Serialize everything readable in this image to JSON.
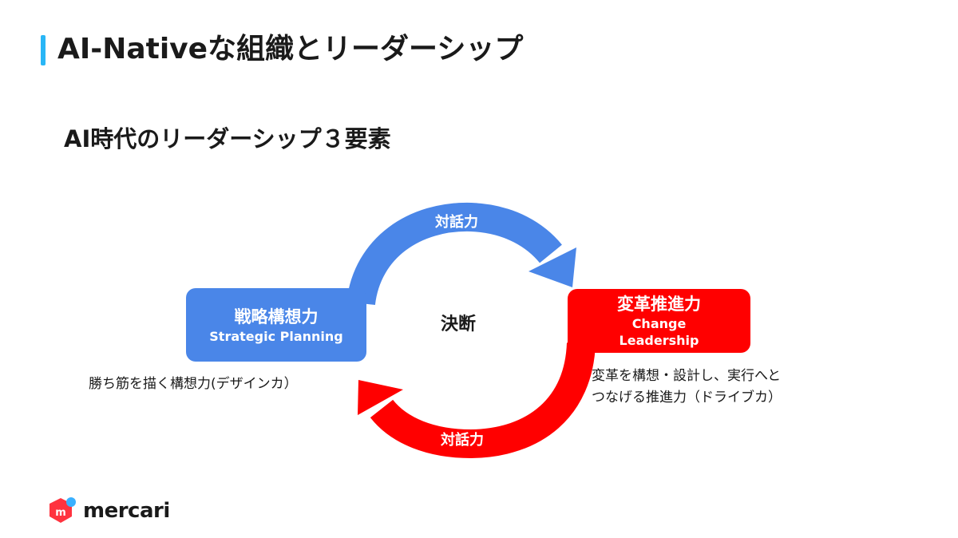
{
  "colors": {
    "accent_cyan": "#29b6f6",
    "blue": "#4a86e8",
    "red": "#ff0000",
    "text": "#1a1a1a",
    "logo_red": "#ff333f",
    "logo_blue": "#3ab0ff"
  },
  "header": {
    "title": "AI-Nativeな組織とリーダーシップ"
  },
  "main": {
    "subtitle": "AI時代のリーダーシップ３要素",
    "center_label": "決断",
    "top_arrow_label": "対話力",
    "bottom_arrow_label": "対話力",
    "left_box": {
      "title": "戦略構想力",
      "english": "Strategic Planning",
      "description": "勝ち筋を描く構想力(デザインカ）"
    },
    "right_box": {
      "title": "変革推進力",
      "english_line1": "Change",
      "english_line2": "Leadership",
      "description_line1": "変革を構想・設計し、実行へと",
      "description_line2": "つなげる推進力（ドライブカ）"
    }
  },
  "footer": {
    "logo_text": "mercari",
    "logo_icon": "mercari-m-icon"
  }
}
